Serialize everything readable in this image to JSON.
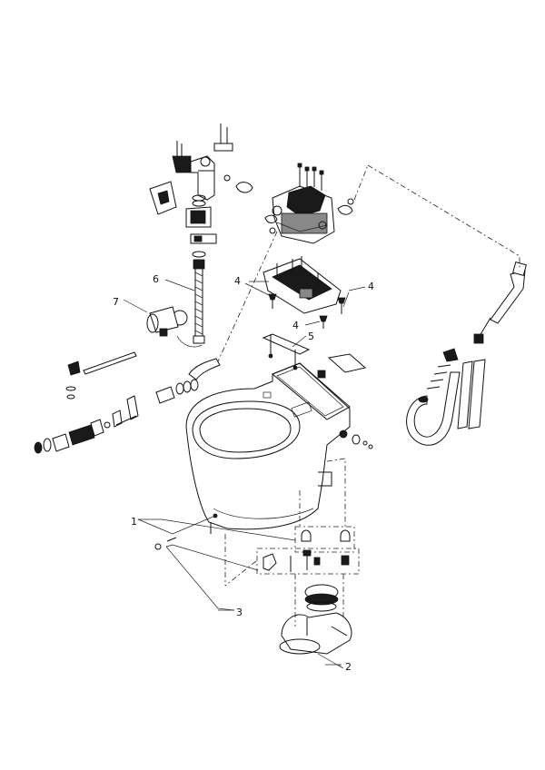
{
  "diagram": {
    "callouts": [
      {
        "id": "c1",
        "text": "1"
      },
      {
        "id": "c2",
        "text": "2"
      },
      {
        "id": "c3",
        "text": "3"
      },
      {
        "id": "c4a",
        "text": "4"
      },
      {
        "id": "c4b",
        "text": "4"
      },
      {
        "id": "c4c",
        "text": "4"
      },
      {
        "id": "c5",
        "text": "5"
      },
      {
        "id": "c6",
        "text": "6"
      },
      {
        "id": "c7",
        "text": "7"
      }
    ]
  }
}
